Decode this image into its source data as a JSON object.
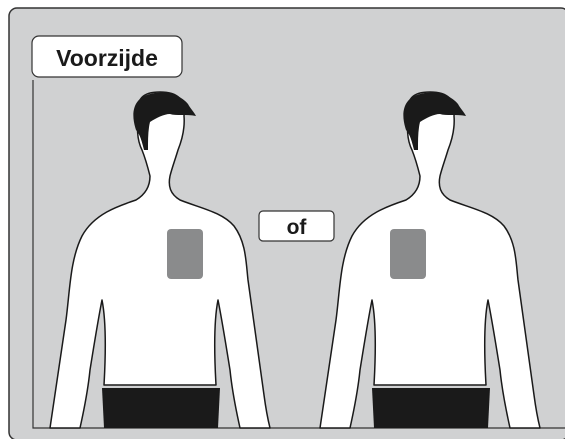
{
  "labels": {
    "front": "Voorzijde",
    "or": "of"
  },
  "colors": {
    "panel_background": "#d0d1d2",
    "panel_border": "#333333",
    "body_fill": "#ffffff",
    "outline": "#1a1a1a",
    "hair": "#1a1a1a",
    "pants": "#1a1a1a",
    "patch": "#8a8b8c"
  },
  "figures": [
    {
      "name": "left-torso",
      "patch_side": "right-chest"
    },
    {
      "name": "right-torso",
      "patch_side": "left-chest"
    }
  ]
}
